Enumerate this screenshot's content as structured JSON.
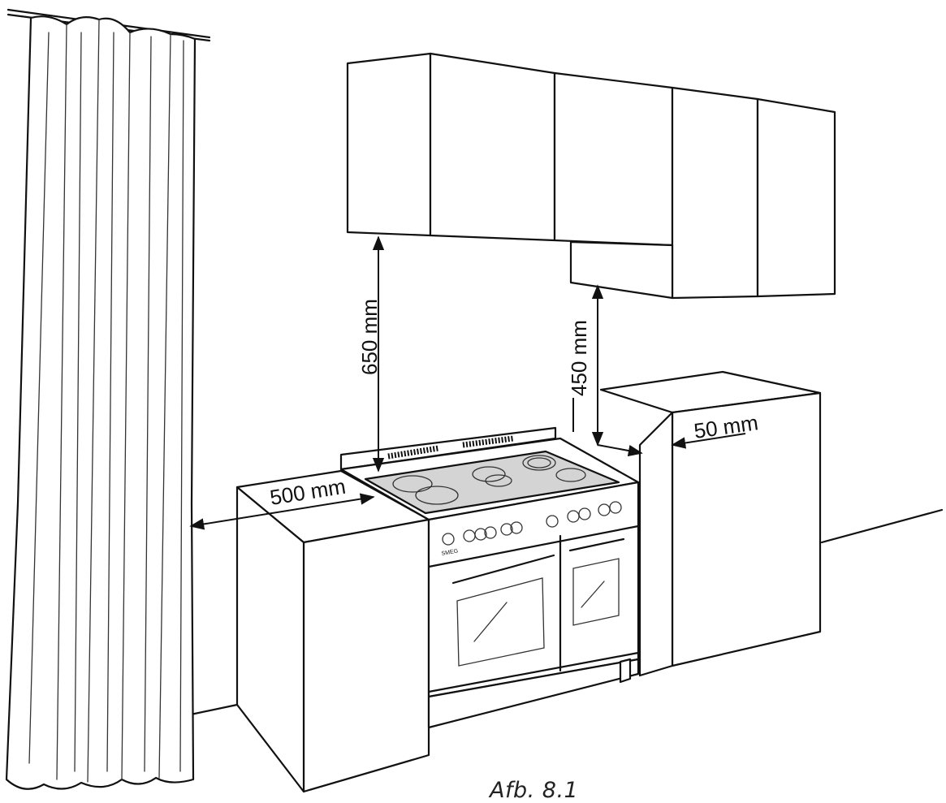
{
  "figure": {
    "caption": "Afb. 8.1",
    "dimensions": {
      "hob_to_cabinet": "650 mm",
      "hob_to_hood": "450 mm",
      "side_gap": "50 mm",
      "curtain_gap": "500 mm"
    },
    "brand_label": "SMEG"
  }
}
